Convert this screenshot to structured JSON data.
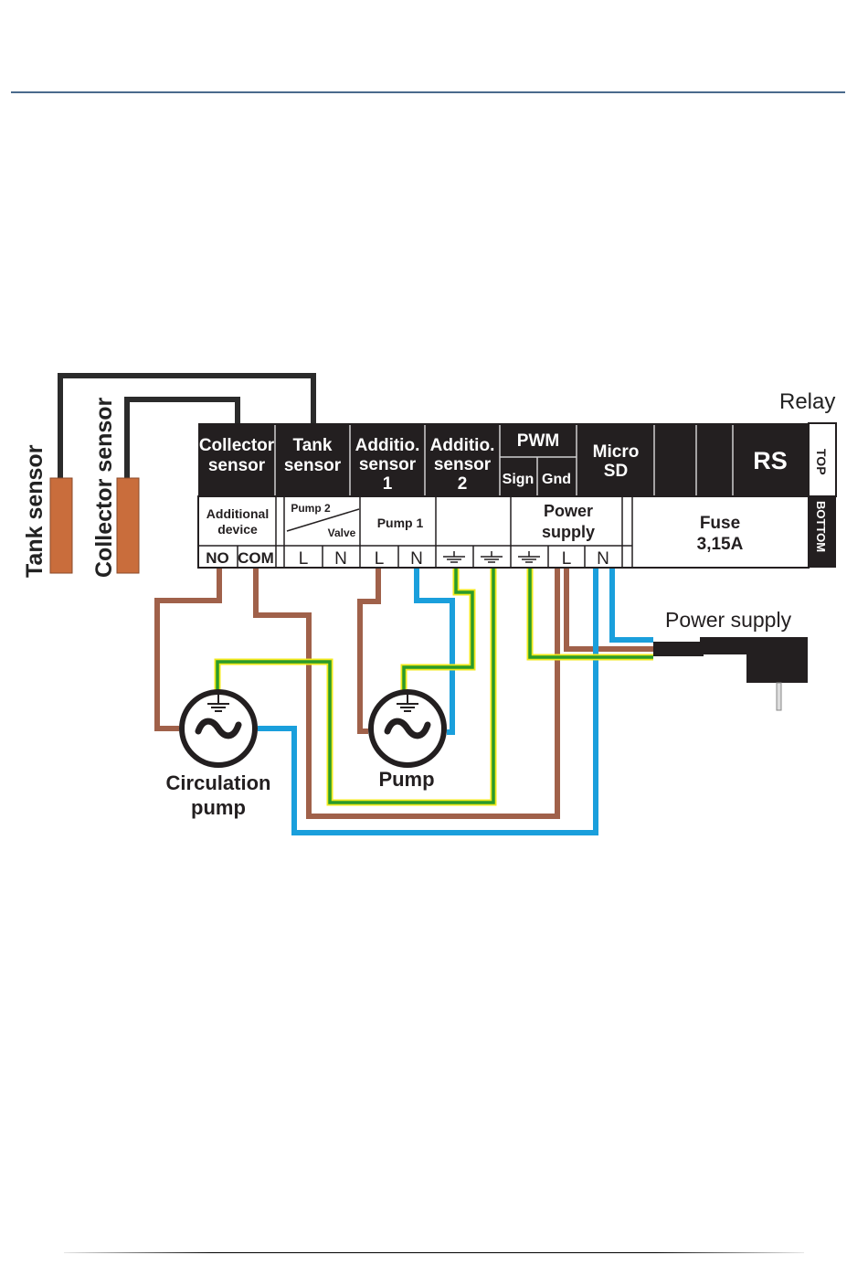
{
  "diagram": {
    "relay_label": "Relay",
    "sensors": [
      {
        "id": "tank",
        "label": "Tank sensor"
      },
      {
        "id": "collector",
        "label": "Collector sensor"
      }
    ],
    "top_row": [
      {
        "id": "collector-sensor",
        "lines": [
          "Collector",
          "sensor"
        ]
      },
      {
        "id": "tank-sensor",
        "lines": [
          "Tank",
          "sensor"
        ]
      },
      {
        "id": "additional-sensor-1",
        "lines": [
          "Additio.",
          "sensor",
          "1"
        ]
      },
      {
        "id": "additional-sensor-2",
        "lines": [
          "Additio.",
          "sensor",
          "2"
        ]
      },
      {
        "id": "pwm",
        "title": "PWM",
        "sub": [
          "Sign",
          "Gnd"
        ]
      },
      {
        "id": "micro-sd",
        "lines": [
          "Micro",
          "SD"
        ]
      },
      {
        "id": "rs",
        "lines": [
          "RS"
        ]
      }
    ],
    "side_top": "TOP",
    "side_bottom": "BOTTOM",
    "bottom_row": {
      "additional_device": [
        "Additional",
        "device"
      ],
      "pump2": "Pump 2",
      "valve": "Valve",
      "pump1": "Pump 1",
      "power_supply": [
        "Power",
        "supply"
      ],
      "fuse": [
        "Fuse",
        "3,15A"
      ]
    },
    "terminals": [
      "NO",
      "COM",
      "L",
      "N",
      "L",
      "N",
      "⏚",
      "⏚",
      "⏚",
      "L",
      "N"
    ],
    "devices": {
      "circulation_pump": [
        "Circulation",
        "pump"
      ],
      "pump": "Pump",
      "power_supply_plug": "Power supply"
    },
    "wire_colors": {
      "live": "#a0614a",
      "neutral": "#1a9fdc",
      "earth_green": "#2a9a2a",
      "earth_yellow": "#f0e81a",
      "sensor": "#2b2b2b",
      "sensor_body": "#c96d3c"
    }
  }
}
